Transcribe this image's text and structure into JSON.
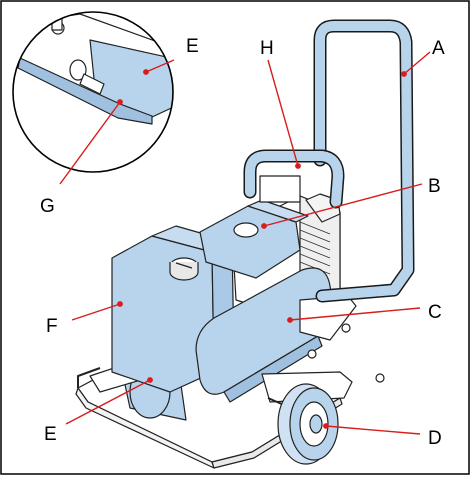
{
  "diagram": {
    "labels": {
      "A": "A",
      "B": "B",
      "C": "C",
      "D": "D",
      "E_top": "E",
      "E_bottom": "E",
      "F": "F",
      "G": "G",
      "H": "H"
    },
    "colors": {
      "frame": "#000000",
      "part_highlight": "#b8d4ec",
      "part_stroke": "#1a1a1a",
      "leader": "#d91c1c",
      "machine_fill": "#ffffff",
      "machine_line": "#222222"
    }
  }
}
